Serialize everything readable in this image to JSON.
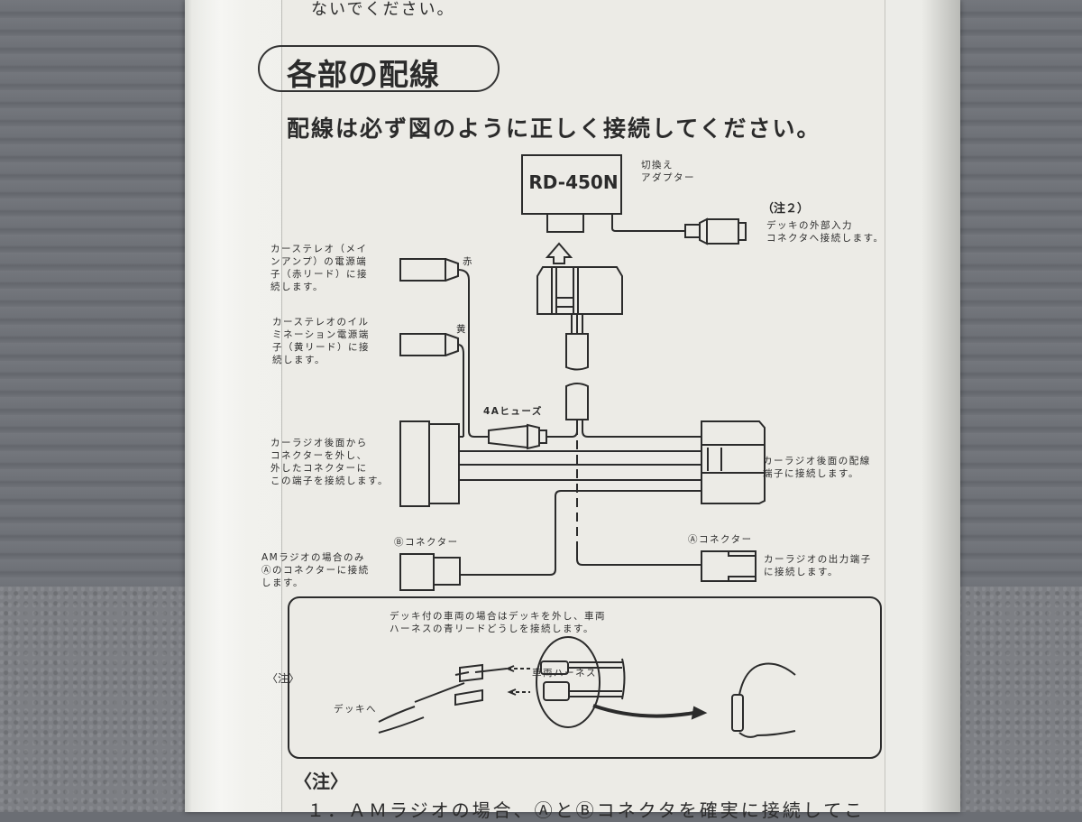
{
  "page": {
    "top_fragment": "ないでください。",
    "section_title": "各部の配線",
    "instruction": "配線は必ず図のように正しく接続してください。"
  },
  "adapter": {
    "model": "RD-450N",
    "label_line1": "切換え",
    "label_line2": "アダプター"
  },
  "note2": {
    "heading": "（注２）",
    "line1": "デッキの外部入力",
    "line2": "コネクタへ接続します。"
  },
  "red_lead": {
    "color_label": "赤",
    "desc": [
      "カーステレオ（メイ",
      "ンアンプ）の電源端",
      "子（赤リード）に接",
      "続します。"
    ]
  },
  "yellow_lead": {
    "color_label": "黄",
    "desc": [
      "カーステレオのイル",
      "ミネーション電源端",
      "子（黄リード）に接",
      "続します。"
    ]
  },
  "fuse": {
    "label": "4Aヒューズ"
  },
  "left_connector": {
    "desc": [
      "カーラジオ後面から",
      "コネクターを外し、",
      "外したコネクターに",
      "この端子を接続します。"
    ]
  },
  "right_connector": {
    "desc": [
      "カーラジオ後面の配線",
      "端子に接続します。"
    ]
  },
  "connector_b": {
    "label": "Ⓑコネクター",
    "desc": [
      "AMラジオの場合のみ",
      "Ⓐのコネクターに接続",
      "します。"
    ]
  },
  "connector_a": {
    "label": "Ⓐコネクター",
    "desc": [
      "カーラジオの出力端子",
      "に接続します。"
    ]
  },
  "note_box": {
    "label": "〈注〉",
    "line1": "デッキ付の車両の場合はデッキを外し、車両",
    "line2": "ハーネスの青リードどうしを接続します。",
    "harness_label": "車両ハーネス",
    "deck_label": "デッキへ"
  },
  "notes": {
    "heading": "〈注〉",
    "line1": "１．ＡＭラジオの場合、ⒶとⒷコネクタを確実に接続してこ"
  },
  "colors": {
    "ink": "#2b2b2b",
    "paper": "#ecebe6",
    "background_blinds": "#6e7177",
    "background_carpet": "#7d7f84"
  }
}
